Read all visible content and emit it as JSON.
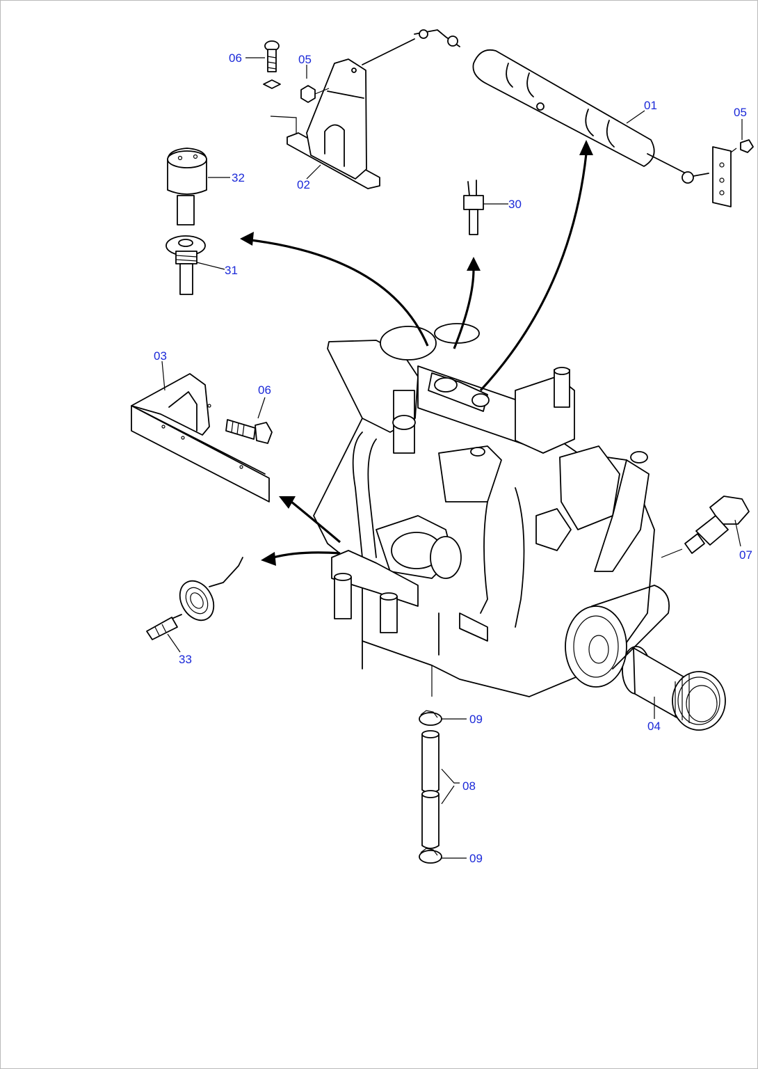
{
  "callouts": [
    {
      "id": "c01",
      "text": "01"
    },
    {
      "id": "c02",
      "text": "02"
    },
    {
      "id": "c03",
      "text": "03"
    },
    {
      "id": "c04",
      "text": "04"
    },
    {
      "id": "c05a",
      "text": "05"
    },
    {
      "id": "c05b",
      "text": "05"
    },
    {
      "id": "c06a",
      "text": "06"
    },
    {
      "id": "c06b",
      "text": "06"
    },
    {
      "id": "c07",
      "text": "07"
    },
    {
      "id": "c08",
      "text": "08"
    },
    {
      "id": "c09a",
      "text": "09"
    },
    {
      "id": "c09b",
      "text": "09"
    },
    {
      "id": "c30",
      "text": "30"
    },
    {
      "id": "c31",
      "text": "31"
    },
    {
      "id": "c32",
      "text": "32"
    },
    {
      "id": "c33",
      "text": "33"
    }
  ],
  "colors": {
    "callout_text": "#1a28d8",
    "line_art": "#000000",
    "background": "#ffffff",
    "frame": "#b9b9b9"
  }
}
